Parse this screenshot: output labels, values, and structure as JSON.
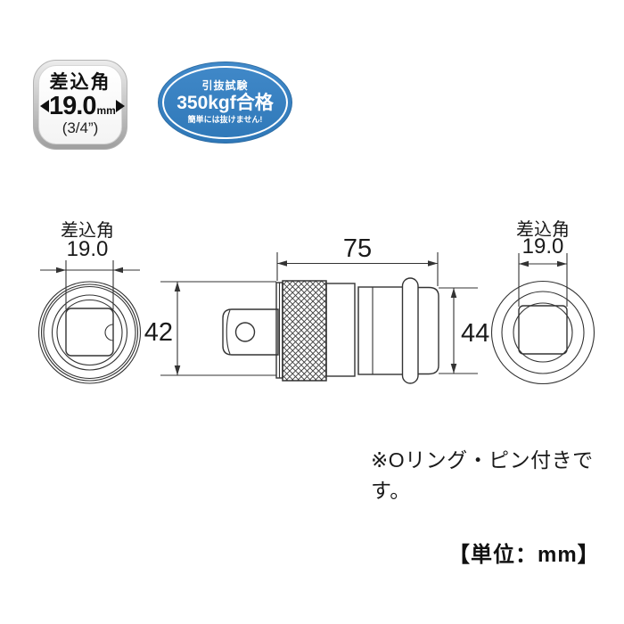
{
  "colors": {
    "accent_blue": "#3b86c5",
    "line": "#333333",
    "badge_border": "#b3b3b3"
  },
  "drive_badge": {
    "title": "差込角",
    "value": "19.0",
    "unit": "mm",
    "alt": "(3/4”)"
  },
  "test_badge": {
    "top": "引抜試験",
    "main": "350kgf合格",
    "bottom": "簡単には抜けません!"
  },
  "left_view": {
    "title": "差込角",
    "dim": "19.0"
  },
  "right_view": {
    "title": "差込角",
    "dim": "19.0"
  },
  "side_view": {
    "length": "75",
    "left_dia": "42",
    "right_dia": "44"
  },
  "notes": {
    "oring": "※Oリング・ピン付きです。",
    "unit": "【単位：mm】"
  }
}
